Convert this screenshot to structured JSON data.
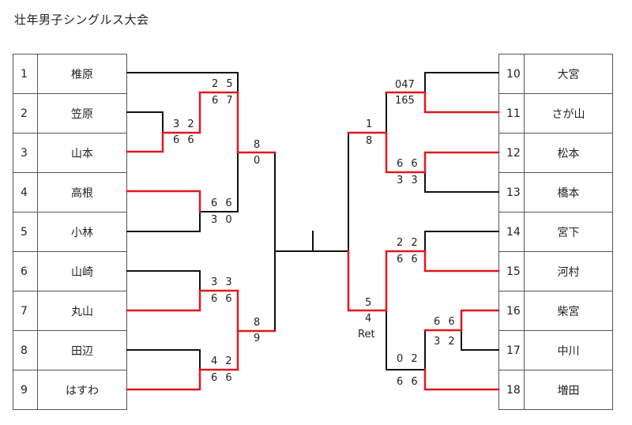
{
  "title": "壮年男子シングルス大会",
  "left_players": [
    {
      "num": "1",
      "name": "椎原"
    },
    {
      "num": "2",
      "name": "笠原"
    },
    {
      "num": "3",
      "name": "山本"
    },
    {
      "num": "4",
      "name": "高根"
    },
    {
      "num": "5",
      "name": "小林"
    },
    {
      "num": "6",
      "name": "山崎"
    },
    {
      "num": "7",
      "name": "丸山"
    },
    {
      "num": "8",
      "name": "田辺"
    },
    {
      "num": "9",
      "name": "はすわ"
    }
  ],
  "right_players": [
    {
      "num": "10",
      "name": "大宮"
    },
    {
      "num": "11",
      "name": "さが山"
    },
    {
      "num": "12",
      "name": "松本"
    },
    {
      "num": "13",
      "name": "橋本"
    },
    {
      "num": "14",
      "name": "宮下"
    },
    {
      "num": "15",
      "name": "河村"
    },
    {
      "num": "16",
      "name": "柴宮"
    },
    {
      "num": "17",
      "name": "中川"
    },
    {
      "num": "18",
      "name": "増田"
    }
  ],
  "scores": {
    "l_2v3_a": "3 2",
    "l_2v3_b": "6 6",
    "l_1v23_a": "2 5",
    "l_1v23_b": "6 7",
    "l_4v5_a": "6 6",
    "l_4v5_b": "3 0",
    "l_top_semi_a": "8",
    "l_top_semi_b": "0",
    "l_6v7_a": "3 3",
    "l_6v7_b": "6 6",
    "l_8v9_a": "4 2",
    "l_8v9_b": "6 6",
    "l_bot_semi_a": "8",
    "l_bot_semi_b": "9",
    "r_10v11_a": "047",
    "r_10v11_b": "165",
    "r_12v13_a": "6 6",
    "r_12v13_b": "3 3",
    "r_top_semi_a": "1",
    "r_top_semi_b": "8",
    "r_14v15_a": "2 2",
    "r_14v15_b": "6 6",
    "r_16v17_a": "6 6",
    "r_16v17_b": "3 2",
    "r_16v18_a": "0 2",
    "r_16v18_b": "6 6",
    "r_bot_semi_a": "5",
    "r_bot_semi_b": "4",
    "r_bot_semi_c": "Ret"
  },
  "colors": {
    "winner_line": "#e0191f",
    "line": "#111111"
  }
}
